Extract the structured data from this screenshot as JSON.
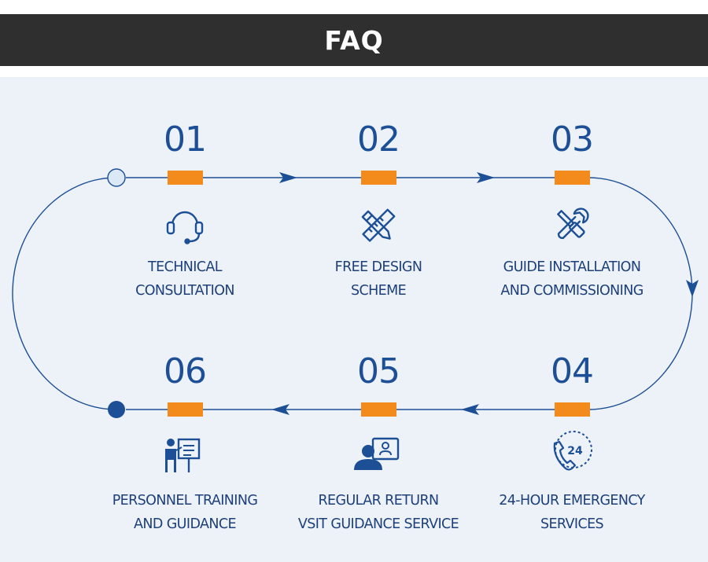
{
  "header": {
    "title": "FAQ"
  },
  "colors": {
    "header_bg": "#2f2f2f",
    "panel_bg": "#edf2f8",
    "accent_blue": "#1d4f96",
    "accent_orange": "#f28a1c"
  },
  "steps": [
    {
      "number": "01",
      "label": "TECHNICAL\nCONSULTATION",
      "icon": "headset-icon"
    },
    {
      "number": "02",
      "label": "FREE DESIGN\nSCHEME",
      "icon": "pencil-ruler-icon"
    },
    {
      "number": "03",
      "label": "GUIDE INSTALLATION\nAND COMMISSIONING",
      "icon": "wrench-screwdriver-icon"
    },
    {
      "number": "04",
      "label": "24-HOUR EMERGENCY\nSERVICES",
      "icon": "phone-24-icon"
    },
    {
      "number": "05",
      "label": "REGULAR RETURN\nVSIT GUIDANCE SERVICE",
      "icon": "video-call-icon"
    },
    {
      "number": "06",
      "label": "PERSONNEL TRAINING\nAND GUIDANCE",
      "icon": "presentation-icon"
    }
  ]
}
